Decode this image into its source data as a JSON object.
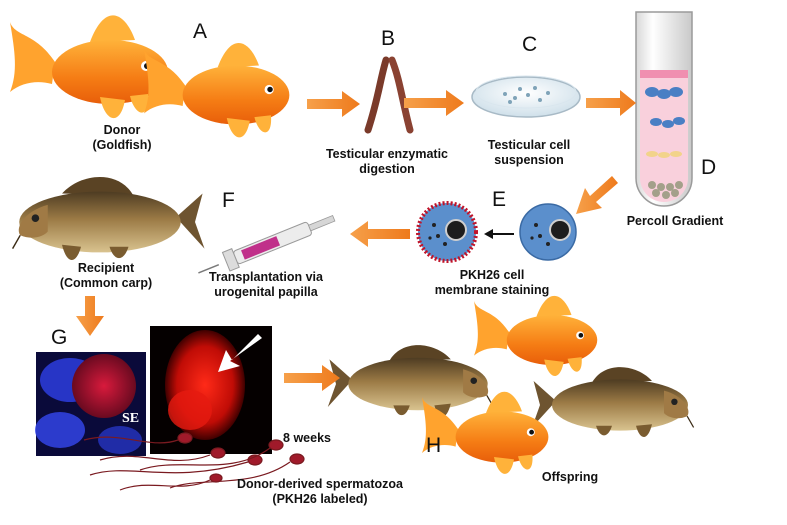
{
  "steps": {
    "A": "A",
    "B": "B",
    "C": "C",
    "D": "D",
    "E": "E",
    "F": "F",
    "G": "G",
    "H": "H"
  },
  "labels": {
    "donor_line1": "Donor",
    "donor_line2": "(Goldfish)",
    "digestion_line1": "Testicular enzymatic",
    "digestion_line2": "digestion",
    "suspension_line1": "Testicular cell",
    "suspension_line2": "suspension",
    "percoll": "Percoll Gradient",
    "pkh_line1": "PKH26 cell",
    "pkh_line2": "membrane staining",
    "transplant_line1": "Transplantation via",
    "transplant_line2": "urogenital papilla",
    "recipient_line1": "Recipient",
    "recipient_line2": "(Common carp)",
    "weeks": "8 weeks",
    "spermatozoa_line1": "Donor-derived spermatozoa",
    "spermatozoa_line2": "(PKH26 labeled)",
    "offspring": "Offspring",
    "se": "SE"
  },
  "colors": {
    "arrow": "#f08a2a",
    "goldfish": "#f57c14",
    "carp": "#8a6a3c",
    "cell_blue": "#4d87c8",
    "stain_red": "#c0142a"
  }
}
